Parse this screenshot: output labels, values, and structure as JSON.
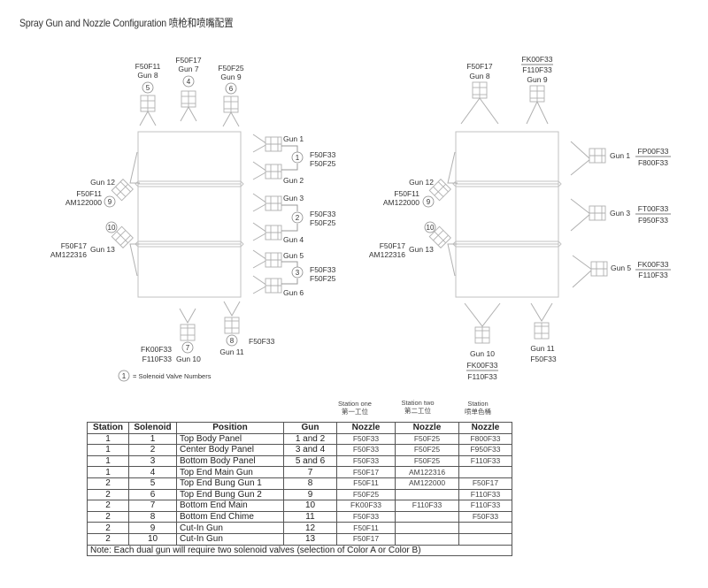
{
  "title": "Spray Gun and Nozzle Configuration 喷枪和喷嘴配置",
  "colors": {
    "line": "#b5b5b5",
    "text": "#333333",
    "table_border": "#555555"
  },
  "left_diagram": {
    "top_guns": [
      {
        "nozzle": "F50F11",
        "gun": "Gun 8",
        "solenoid": "5"
      },
      {
        "nozzle": "F50F17",
        "gun": "Gun 7",
        "solenoid": "4"
      },
      {
        "nozzle": "F50F25",
        "gun": "Gun 9",
        "solenoid": "6"
      }
    ],
    "right_pairs": [
      {
        "gun_a": "Gun 1",
        "gun_b": "Gun 2",
        "solenoid": "1",
        "nozzle_a": "F50F33",
        "nozzle_b": "F50F25"
      },
      {
        "gun_a": "Gun 3",
        "gun_b": "Gun 4",
        "solenoid": "2",
        "nozzle_a": "F50F33",
        "nozzle_b": "F50F25"
      },
      {
        "gun_a": "Gun 5",
        "gun_b": "Gun 6",
        "solenoid": "3",
        "nozzle_a": "F50F33",
        "nozzle_b": "F50F25"
      }
    ],
    "left_guns": [
      {
        "gun": "Gun 12",
        "nozzle_a": "F50F11",
        "nozzle_b": "AM122000",
        "solenoid": "9"
      },
      {
        "gun": "Gun 13",
        "nozzle_a": "F50F17",
        "nozzle_b": "AM122316",
        "solenoid": "10"
      }
    ],
    "bottom_guns": [
      {
        "gun": "Gun 10",
        "nozzle_a": "FK00F33",
        "nozzle_b": "F110F33",
        "solenoid": "7"
      },
      {
        "gun": "Gun 11",
        "nozzle": "F50F33",
        "solenoid": "8"
      }
    ],
    "legend": {
      "number": "1",
      "text": "= Solenoid Valve Numbers"
    }
  },
  "right_diagram": {
    "top_guns": [
      {
        "nozzle": "F50F17",
        "gun": "Gun 8"
      },
      {
        "nozzle_a": "FK00F33",
        "nozzle_b": "F110F33",
        "gun": "Gun 9"
      }
    ],
    "right_guns": [
      {
        "gun": "Gun 1",
        "nozzle_a": "FP00F33",
        "nozzle_b": "F800F33"
      },
      {
        "gun": "Gun 3",
        "nozzle_a": "FT00F33",
        "nozzle_b": "F950F33"
      },
      {
        "gun": "Gun 5",
        "nozzle_a": "FK00F33",
        "nozzle_b": "F110F33"
      }
    ],
    "left_guns": [
      {
        "gun": "Gun 12",
        "nozzle_a": "F50F11",
        "nozzle_b": "AM122000",
        "solenoid": "9"
      },
      {
        "gun": "Gun 13",
        "nozzle_a": "F50F17",
        "nozzle_b": "AM122316",
        "solenoid": "10"
      }
    ],
    "bottom_guns": [
      {
        "gun": "Gun 10",
        "nozzle_a": "FK00F33",
        "nozzle_b": "F110F33"
      },
      {
        "gun": "Gun 11",
        "nozzle": "F50F33"
      }
    ]
  },
  "table": {
    "group_headers": [
      {
        "en": "Station one",
        "zh": "第一工位"
      },
      {
        "en": "Station two",
        "zh": "第二工位"
      },
      {
        "en": "Station",
        "zh": "喷单色桶"
      }
    ],
    "columns": [
      "Station",
      "Solenoid",
      "Position",
      "Gun",
      "Nozzle",
      "Nozzle",
      "Nozzle"
    ],
    "rows": [
      [
        "1",
        "1",
        "Top Body Panel",
        "1 and 2",
        "F50F33",
        "F50F25",
        "F800F33"
      ],
      [
        "1",
        "2",
        "Center Body Panel",
        "3 and 4",
        "F50F33",
        "F50F25",
        "F950F33"
      ],
      [
        "1",
        "3",
        "Bottom Body Panel",
        "5 and 6",
        "F50F33",
        "F50F25",
        "F110F33"
      ],
      [
        "1",
        "4",
        "Top End Main Gun",
        "7",
        "F50F17",
        "AM122316",
        ""
      ],
      [
        "2",
        "5",
        "Top End Bung Gun 1",
        "8",
        "F50F11",
        "AM122000",
        "F50F17"
      ],
      [
        "2",
        "6",
        "Top End Bung Gun 2",
        "9",
        "F50F25",
        "",
        "F110F33"
      ],
      [
        "2",
        "7",
        "Bottom End Main",
        "10",
        "FK00F33",
        "F110F33",
        "F110F33"
      ],
      [
        "2",
        "8",
        "Bottom End Chime",
        "11",
        "F50F33",
        "",
        "F50F33"
      ],
      [
        "2",
        "9",
        "Cut-In Gun",
        "12",
        "F50F11",
        "",
        ""
      ],
      [
        "2",
        "10",
        "Cut-In Gun",
        "13",
        "F50F17",
        "",
        ""
      ]
    ],
    "note": "Note: Each dual gun will require two solenoid valves (selection of Color A or Color B)"
  }
}
